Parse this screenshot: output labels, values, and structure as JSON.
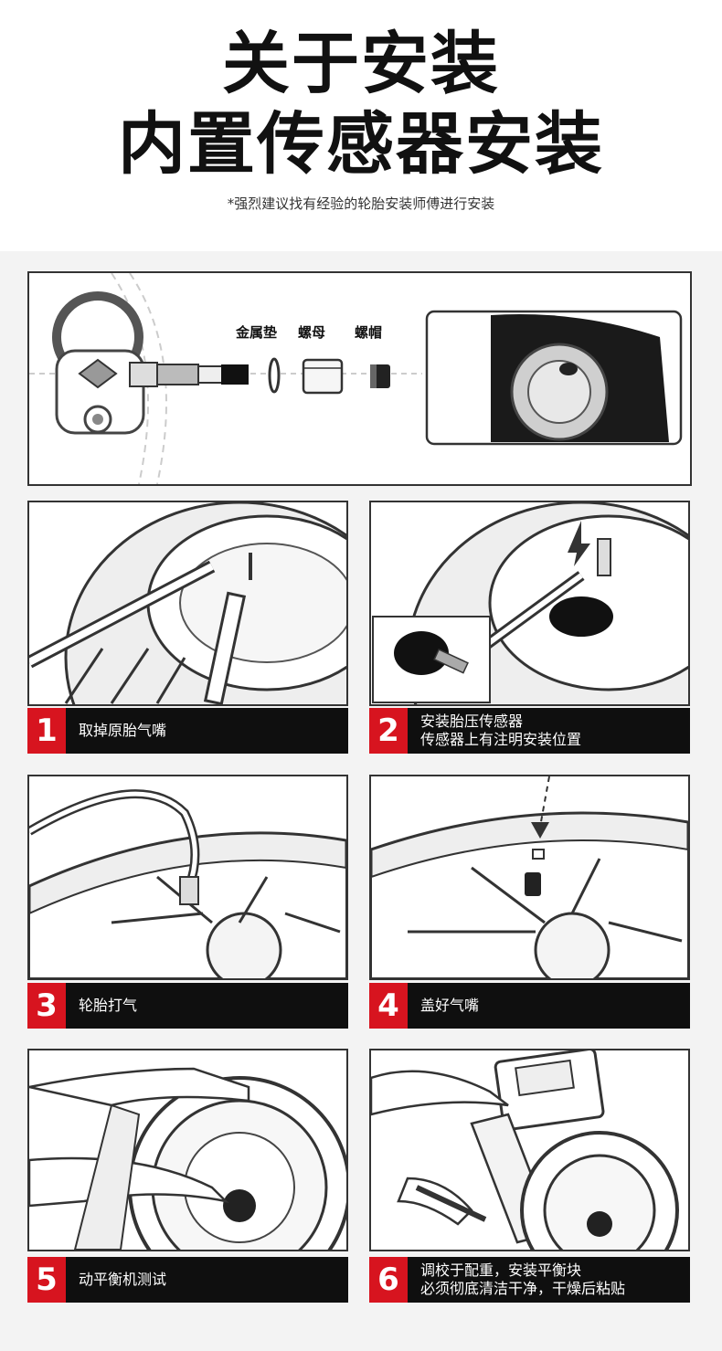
{
  "header": {
    "title_line1": "关于安装",
    "title_line2": "内置传感器安装",
    "subtitle": "*强烈建议找有经验的轮胎安装师傅进行安装"
  },
  "parts": {
    "washer": "金属垫",
    "nut": "螺母",
    "cap": "螺帽"
  },
  "steps": [
    {
      "num": "1",
      "line1": "取掉原胎气嘴",
      "line2": ""
    },
    {
      "num": "2",
      "line1": "安装胎压传感器",
      "line2": "传感器上有注明安装位置"
    },
    {
      "num": "3",
      "line1": "轮胎打气",
      "line2": ""
    },
    {
      "num": "4",
      "line1": "盖好气嘴",
      "line2": ""
    },
    {
      "num": "5",
      "line1": "动平衡机测试",
      "line2": ""
    },
    {
      "num": "6",
      "line1": "调校于配重，安装平衡块",
      "line2": "必须彻底清洁干净，干燥后粘贴"
    }
  ],
  "colors": {
    "accent_red": "#d7141f",
    "caption_bg": "#0f0f0f"
  }
}
